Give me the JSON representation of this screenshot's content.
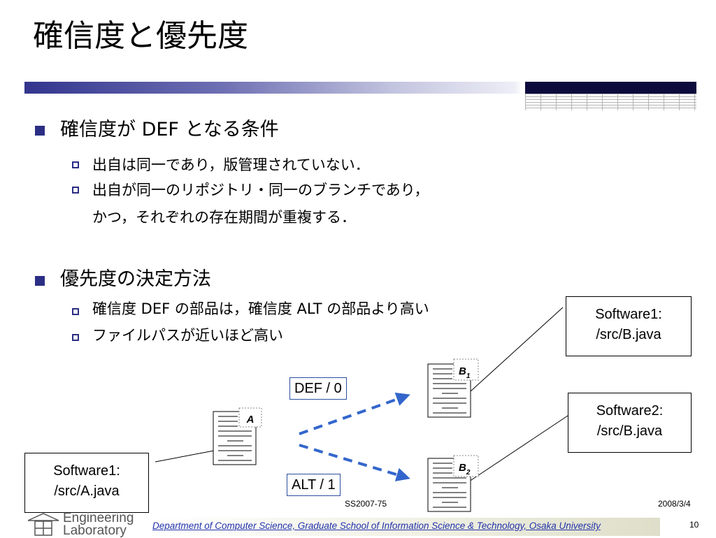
{
  "slide": {
    "title": "確信度と優先度",
    "sections": [
      {
        "heading": "確信度が DEF となる条件",
        "items": [
          "出自は同一であり，版管理されていない．",
          "出自が同一のリポジトリ・同一のブランチであり，",
          "かつ，それぞれの存在期間が重複する．"
        ]
      },
      {
        "heading": "優先度の決定方法",
        "items": [
          "確信度 DEF の部品は，確信度 ALT の部品より高い",
          "ファイルパスが近いほど高い"
        ]
      }
    ]
  },
  "diagram": {
    "boxes": [
      {
        "line1": "Software1:",
        "line2": "/src/B.java"
      },
      {
        "line1": "Software2:",
        "line2": "/src/B.java"
      },
      {
        "line1": "Software1:",
        "line2": "/src/A.java"
      }
    ],
    "edge_labels": {
      "def": "DEF / 0",
      "alt": "ALT / 1"
    },
    "documents": {
      "a": "A",
      "b1_base": "B",
      "b1_sub": "1",
      "b2_base": "B",
      "b2_sub": "2"
    },
    "colors": {
      "arrow": "#3366cc",
      "bullet": "#2b2e84"
    }
  },
  "footer": {
    "code": "SS2007-75",
    "date": "2008/3/4",
    "org": "Department of Computer Science, Graduate School of Information Science & Technology, Osaka University",
    "page": "10",
    "logo_line1": "Engineering",
    "logo_line2": "Laboratory"
  }
}
